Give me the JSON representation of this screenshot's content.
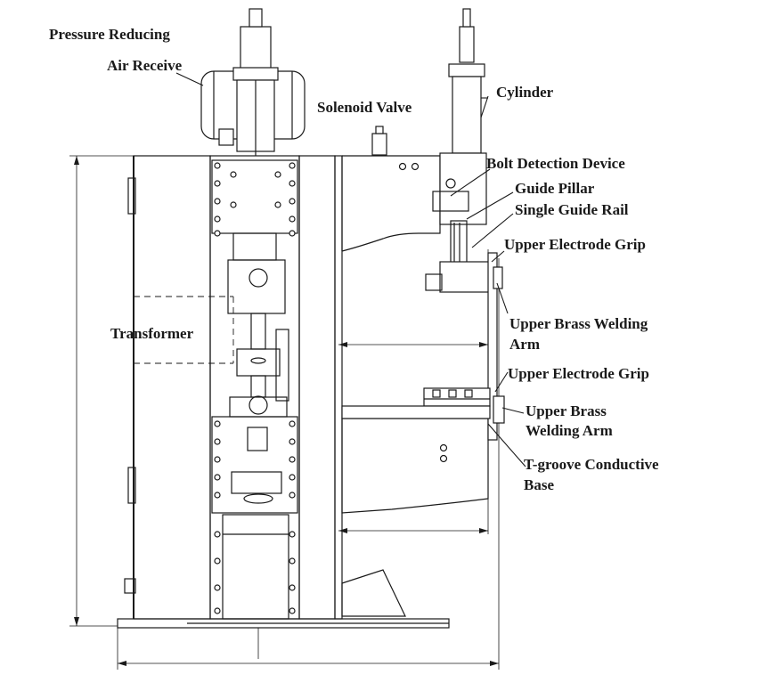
{
  "labels": {
    "pressure_reducing": "Pressure Reducing",
    "air_receiver": "Air Receive",
    "solenoid_valve": "Solenoid Valve",
    "cylinder": "Cylinder",
    "bolt_detection": "Bolt Detection Device",
    "guide_pillar": "Guide Pillar",
    "single_guide_rail": "Single Guide Rail",
    "upper_electrode_grip_1": "Upper Electrode Grip",
    "upper_brass_arm_1_line1": "Upper Brass Welding",
    "upper_brass_arm_1_line2": "Arm",
    "upper_electrode_grip_2": "Upper Electrode Grip",
    "upper_brass_arm_2_line1": "Upper Brass",
    "upper_brass_arm_2_line2": "Welding Arm",
    "t_groove_line1": "T-groove Conductive",
    "t_groove_line2": "Base",
    "transformer": "Transformer"
  }
}
